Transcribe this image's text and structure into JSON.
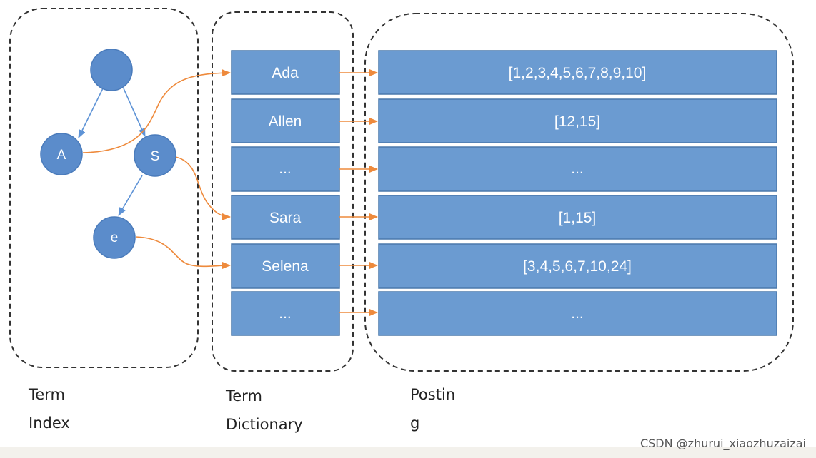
{
  "colors": {
    "box_fill": "#6b9bd1",
    "box_stroke": "#4a78ac",
    "node_fill": "#5b8ccb",
    "tree_edge": "#5e93d6",
    "arrow": "#ee8a3c",
    "dashed": "#333333",
    "text_on_box": "#ffffff"
  },
  "term_index": {
    "nodes": [
      {
        "id": "root",
        "label": ""
      },
      {
        "id": "A",
        "label": "A"
      },
      {
        "id": "S",
        "label": "S"
      },
      {
        "id": "e",
        "label": "e"
      }
    ]
  },
  "term_dictionary": [
    "Ada",
    "Allen",
    "...",
    "Sara",
    "Selena",
    "..."
  ],
  "postings": [
    "[1,2,3,4,5,6,7,8,9,10]",
    "[12,15]",
    "...",
    "[1,15]",
    "[3,4,5,6,7,10,24]",
    "..."
  ],
  "labels": {
    "term_index": "Term\nIndex",
    "term_dictionary": "Term\nDictionary",
    "postings": "Postin\ng"
  },
  "watermark": "CSDN @zhurui_xiaozhuzaizai"
}
